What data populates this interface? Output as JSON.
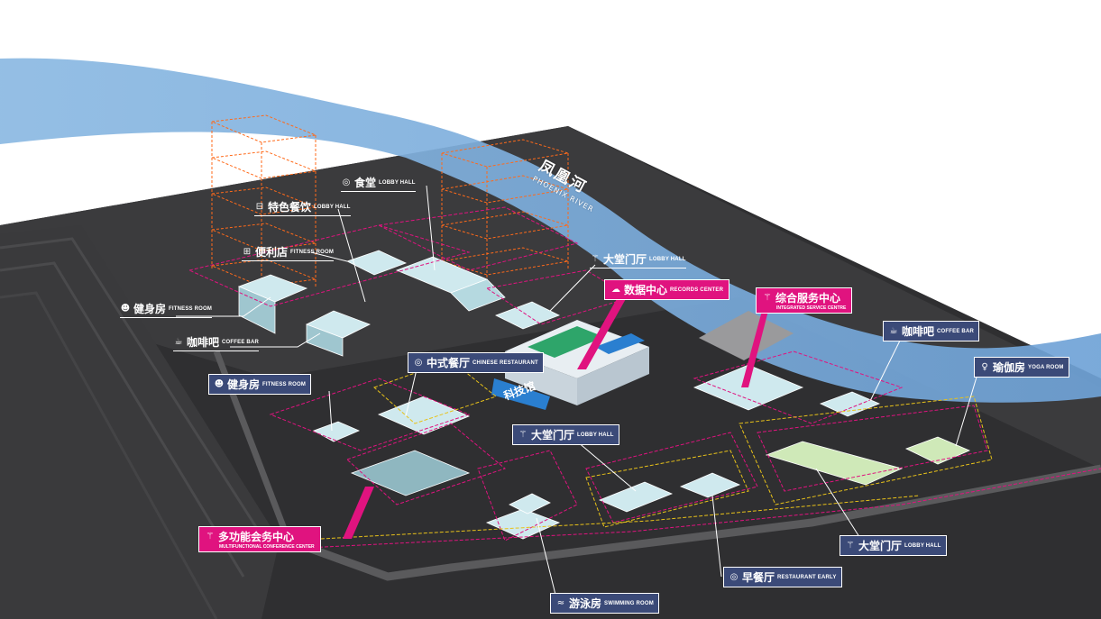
{
  "river": {
    "name_cn": "凤凰河",
    "name_en": "PHOENIX RIVER"
  },
  "building_sign": "科技馆",
  "colors": {
    "label_bg": "#3b4a78",
    "highlight_bg": "#e0137f",
    "river": "#7fb0de",
    "ground": "#3a3a3c",
    "tower_outline": "#ff6a1a",
    "zone_outline_pink": "#e0137f",
    "zone_outline_yellow": "#e8c21a",
    "glass": "#cfe9ee"
  },
  "labels": [
    {
      "id": "canteen",
      "icon": "bowl-icon",
      "cn": "食堂",
      "en": "LOBBY HALL",
      "style": "plain"
    },
    {
      "id": "special-dining",
      "icon": "dish-icon",
      "cn": "特色餐饮",
      "en": "LOBBY HALL",
      "style": "plain"
    },
    {
      "id": "convenience-store",
      "icon": "store-icon",
      "cn": "便利店",
      "en": "FITNESS ROOM",
      "style": "plain"
    },
    {
      "id": "gym-upper",
      "icon": "dumbbell-icon",
      "cn": "健身房",
      "en": "FITNESS ROOM",
      "style": "plain"
    },
    {
      "id": "coffee-upper",
      "icon": "coffee-icon",
      "cn": "咖啡吧",
      "en": "COFFEE BAR",
      "style": "plain"
    },
    {
      "id": "lobby-upper",
      "icon": "lobby-icon",
      "cn": "大堂门厅",
      "en": "LOBBY HALL",
      "style": "plain"
    },
    {
      "id": "data-center",
      "icon": "cloud-icon",
      "cn": "数据中心",
      "en": "RECORDS CENTER",
      "style": "pink"
    },
    {
      "id": "service-center",
      "icon": "service-icon",
      "cn": "综合服务中心",
      "en": "INTEGRATED SERVICE CENTRE",
      "style": "pink"
    },
    {
      "id": "coffee-right",
      "icon": "coffee-icon",
      "cn": "咖啡吧",
      "en": "COFFEE BAR",
      "style": "boxed"
    },
    {
      "id": "yoga",
      "icon": "yoga-icon",
      "cn": "瑜伽房",
      "en": "YOGA ROOM",
      "style": "boxed"
    },
    {
      "id": "gym-lower",
      "icon": "dumbbell-icon",
      "cn": "健身房",
      "en": "FITNESS ROOM",
      "style": "boxed"
    },
    {
      "id": "chinese-restaurant",
      "icon": "bowl-icon",
      "cn": "中式餐厅",
      "en": "CHINESE RESTAURANT",
      "style": "boxed"
    },
    {
      "id": "lobby-center",
      "icon": "lobby-icon",
      "cn": "大堂门厅",
      "en": "LOBBY HALL",
      "style": "boxed"
    },
    {
      "id": "conference",
      "icon": "conference-icon",
      "cn": "多功能会务中心",
      "en": "MULTIFUNCTIONAL CONFERENCE CENTER",
      "style": "pink"
    },
    {
      "id": "lobby-right",
      "icon": "lobby-icon",
      "cn": "大堂门厅",
      "en": "LOBBY HALL",
      "style": "boxed"
    },
    {
      "id": "breakfast",
      "icon": "breakfast-icon",
      "cn": "早餐厅",
      "en": "RESTAURANT EARLY",
      "style": "boxed"
    },
    {
      "id": "swimming",
      "icon": "swim-icon",
      "cn": "游泳房",
      "en": "SWIMMING ROOM",
      "style": "boxed"
    }
  ]
}
